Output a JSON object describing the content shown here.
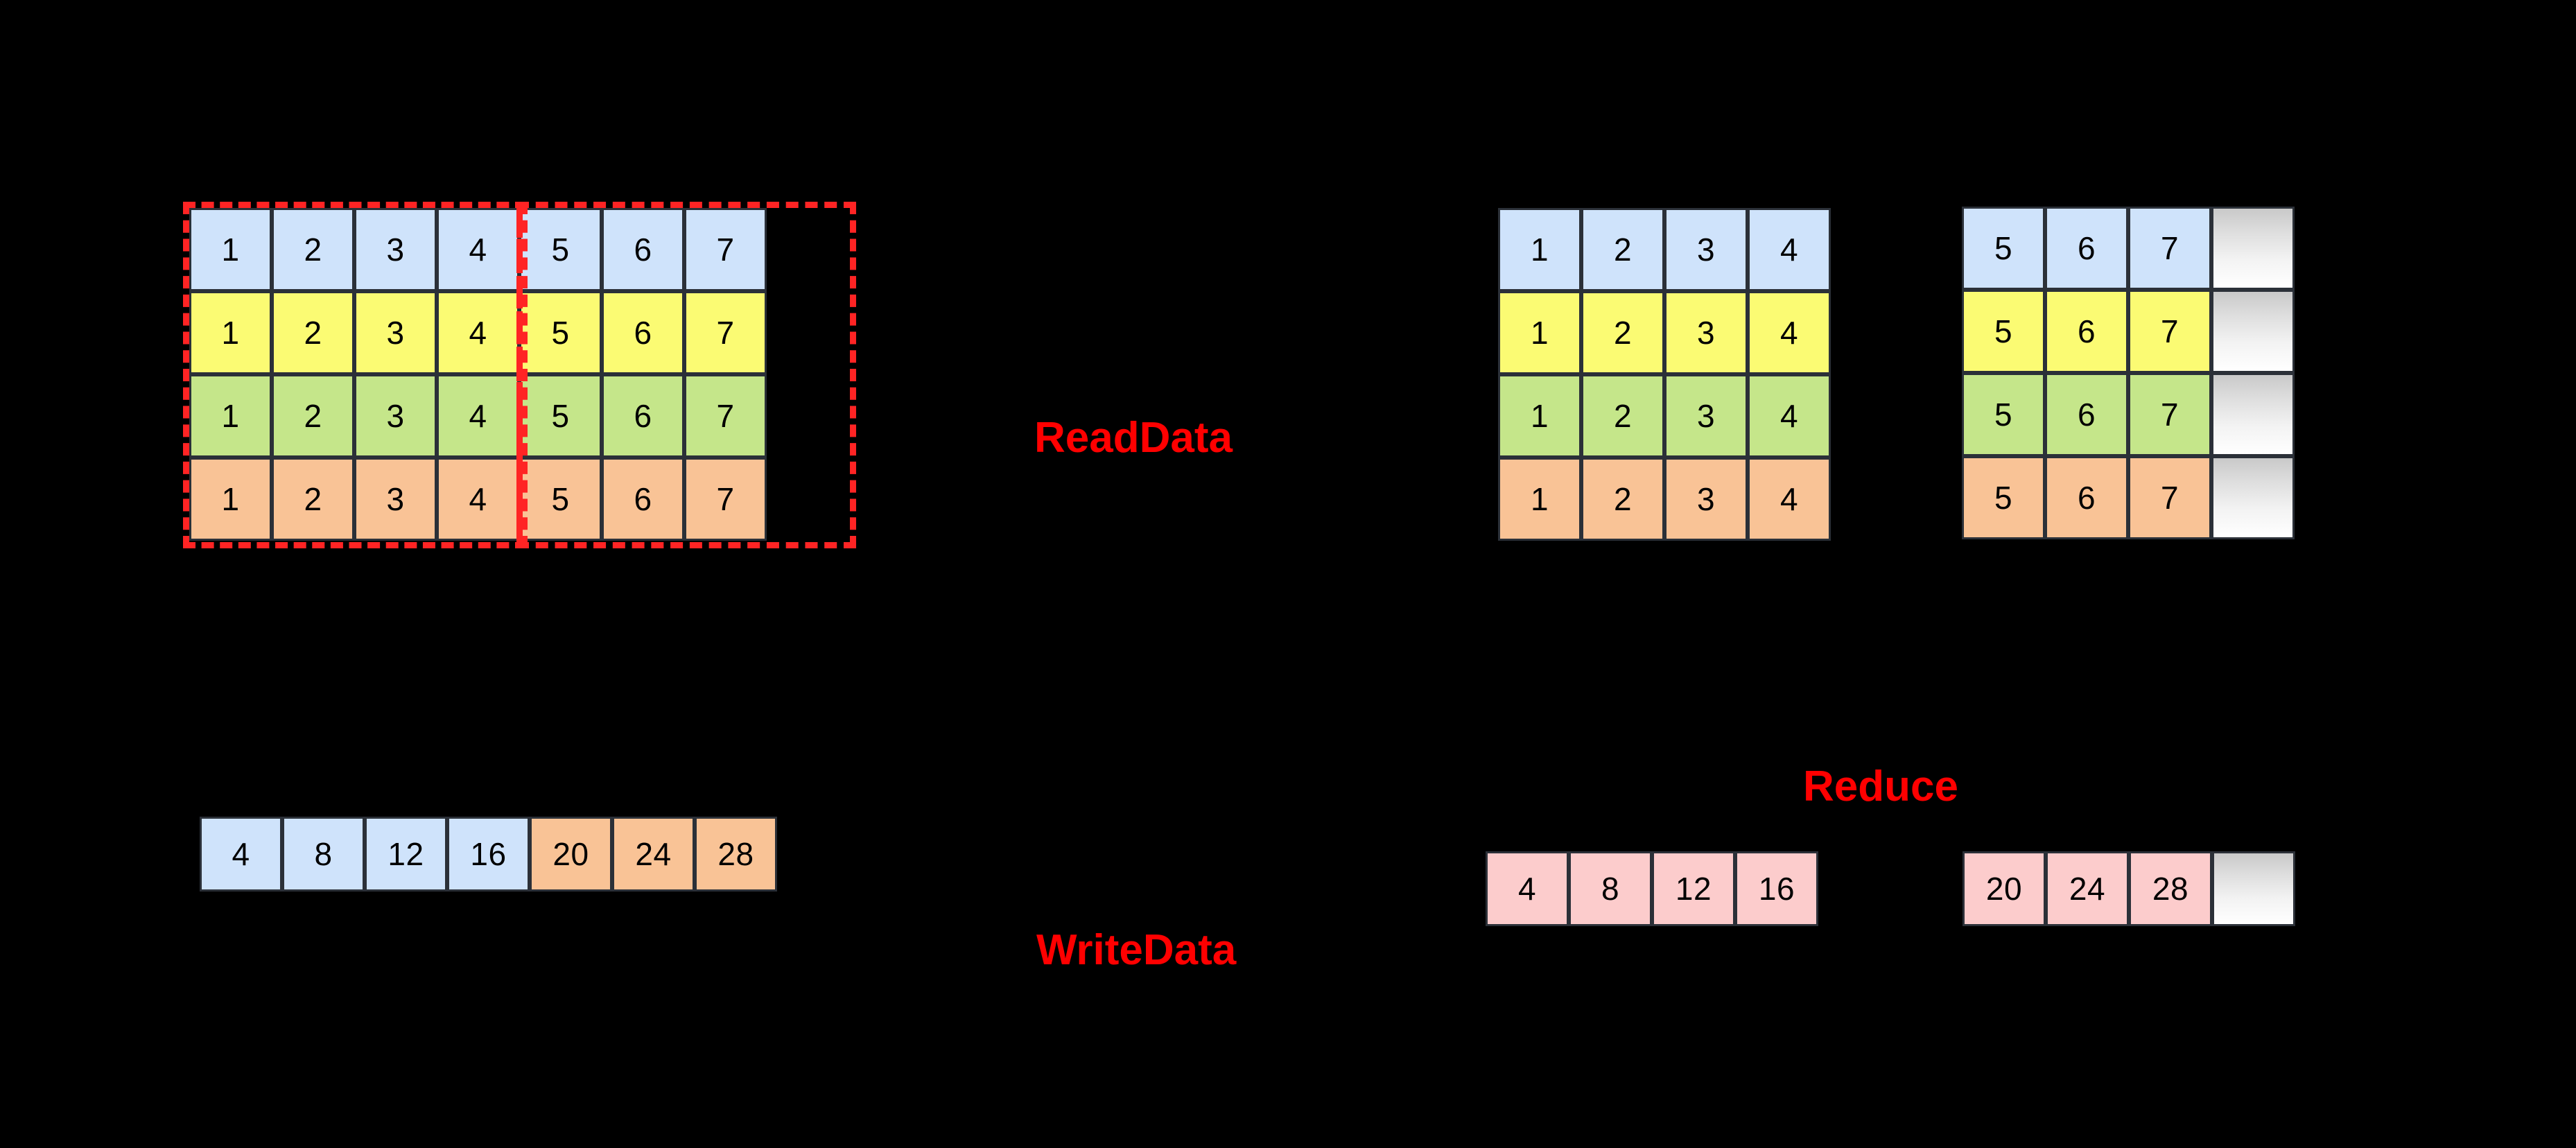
{
  "diagram": {
    "title": "ReadData / WriteData / Reduce data partitioning diagram",
    "background_color": "#000000",
    "accent_color": "#ff0000",
    "border_color": "#2b3038"
  },
  "labels": {
    "read_data": "ReadData",
    "write_data": "WriteData",
    "reduce": "Reduce"
  },
  "palette": {
    "blue": "#cfe3fb",
    "yellow": "#fbfb73",
    "green": "#c5e68a",
    "orange": "#f9c396",
    "pink": "#fccccc",
    "gradient_top": "#c9c9c9",
    "gradient_bottom": "#ffffff",
    "selection": "#ff2424"
  },
  "source_matrix": {
    "name": "source-matrix",
    "rows": 4,
    "cols": 7,
    "row_colors": [
      "blue",
      "yellow",
      "green",
      "orange"
    ],
    "values": [
      [
        "1",
        "2",
        "3",
        "4",
        "5",
        "6",
        "7"
      ],
      [
        "1",
        "2",
        "3",
        "4",
        "5",
        "6",
        "7"
      ],
      [
        "1",
        "2",
        "3",
        "4",
        "5",
        "6",
        "7"
      ],
      [
        "1",
        "2",
        "3",
        "4",
        "5",
        "6",
        "7"
      ]
    ],
    "split_after_column": 4,
    "selection_boxes": [
      {
        "label": "partition-1-selection",
        "cols": [
          1,
          4
        ]
      },
      {
        "label": "partition-2-selection",
        "cols": [
          5,
          8
        ]
      }
    ]
  },
  "read_matrix_a": {
    "name": "read-result-matrix-a",
    "rows": 4,
    "cols": 4,
    "row_colors": [
      "blue",
      "yellow",
      "green",
      "orange"
    ],
    "values": [
      [
        "1",
        "2",
        "3",
        "4"
      ],
      [
        "1",
        "2",
        "3",
        "4"
      ],
      [
        "1",
        "2",
        "3",
        "4"
      ],
      [
        "1",
        "2",
        "3",
        "4"
      ]
    ]
  },
  "read_matrix_b": {
    "name": "read-result-matrix-b",
    "rows": 4,
    "cols": 4,
    "row_colors": [
      "blue",
      "yellow",
      "green",
      "orange"
    ],
    "values": [
      [
        "5",
        "6",
        "7",
        ""
      ],
      [
        "5",
        "6",
        "7",
        ""
      ],
      [
        "5",
        "6",
        "7",
        ""
      ],
      [
        "5",
        "6",
        "7",
        ""
      ]
    ],
    "padding_column_index": 3,
    "padding_style": "gradient"
  },
  "result_vector": {
    "name": "reduced-result-vector",
    "cells": [
      {
        "value": "4",
        "color": "blue"
      },
      {
        "value": "8",
        "color": "blue"
      },
      {
        "value": "12",
        "color": "blue"
      },
      {
        "value": "16",
        "color": "blue"
      },
      {
        "value": "20",
        "color": "orange"
      },
      {
        "value": "24",
        "color": "orange"
      },
      {
        "value": "28",
        "color": "orange"
      }
    ]
  },
  "partial_vector_a": {
    "name": "partial-result-vector-a",
    "cells": [
      {
        "value": "4",
        "color": "pink"
      },
      {
        "value": "8",
        "color": "pink"
      },
      {
        "value": "12",
        "color": "pink"
      },
      {
        "value": "16",
        "color": "pink"
      }
    ]
  },
  "partial_vector_b": {
    "name": "partial-result-vector-b",
    "cells": [
      {
        "value": "20",
        "color": "pink"
      },
      {
        "value": "24",
        "color": "pink"
      },
      {
        "value": "28",
        "color": "pink"
      },
      {
        "value": "",
        "color": "gradient"
      }
    ]
  }
}
